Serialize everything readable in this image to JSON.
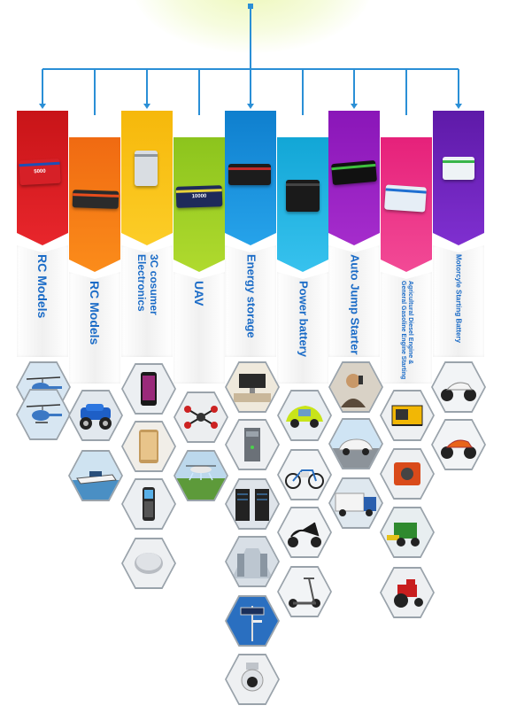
{
  "colors": {
    "connector": "#2a8fd6",
    "label_text": "#1a6bc7"
  },
  "categories": [
    {
      "label": "RC Models",
      "color_top": "#c81418",
      "color_bottom": "#e8262c",
      "product": {
        "name": "rc-lipo-battery",
        "text": "5000",
        "body": "#d62027",
        "stripe": "#1d4fb6"
      },
      "images": [
        "rc-helicopter",
        "rc-helicopter"
      ]
    },
    {
      "label": "RC Models",
      "color_top": "#f06a12",
      "color_bottom": "#fb8c1a",
      "product": {
        "name": "rc-battery-pack",
        "text": "",
        "body": "#2b2b2b",
        "stripe": "#e84d1d"
      },
      "images": [
        "rc-truck",
        "speedboat"
      ]
    },
    {
      "label": "3C cosumer\nElectronics",
      "color_top": "#f6b80b",
      "color_bottom": "#fccd27",
      "product": {
        "name": "pouch-cell",
        "text": "",
        "body": "#d9dde2",
        "stripe": "#8e969e"
      },
      "images": [
        "smartphone",
        "tablet",
        "handheld-terminal",
        "coin-cell"
      ]
    },
    {
      "label": "UAV",
      "color_top": "#8cc41d",
      "color_bottom": "#b0da2e",
      "product": {
        "name": "drone-battery",
        "text": "10000",
        "body": "#1e2a5a",
        "stripe": "#e8d23a"
      },
      "images": [
        "drone",
        "crop-drone"
      ]
    },
    {
      "label": "Energy storage",
      "color_top": "#0f7fce",
      "color_bottom": "#26a3ea",
      "product": {
        "name": "rack-battery",
        "text": "",
        "body": "#1c1c1c",
        "stripe": "#c22a2a"
      },
      "images": [
        "living-room",
        "ups-cabinet",
        "server-rack",
        "data-center",
        "solar-street-light",
        "dome-camera"
      ]
    },
    {
      "label": "Power battery",
      "color_top": "#12a6d6",
      "color_bottom": "#37c2ee",
      "product": {
        "name": "prismatic-cell",
        "text": "",
        "body": "#1a1a1a",
        "stripe": "#444444"
      },
      "images": [
        "electric-car",
        "e-bike",
        "e-scooter",
        "kick-scooter"
      ]
    },
    {
      "label": "Auto Jump Starter",
      "color_top": "#8a16b8",
      "color_bottom": "#a52ccc",
      "product": {
        "name": "jump-starter",
        "text": "",
        "body": "#111111",
        "stripe": "#3fbf3f"
      },
      "images": [
        "roadside-call",
        "car-highway",
        "truck"
      ]
    },
    {
      "label": "Agricultural Diesel Engine &\nGeneral Gasoline Engine Starting",
      "color_top": "#e6217a",
      "color_bottom": "#f24a96",
      "product": {
        "name": "starter-battery",
        "text": "",
        "body": "#e6eef6",
        "stripe": "#1f6fd1"
      },
      "images": [
        "generator",
        "engine",
        "harvester",
        "tractor"
      ]
    },
    {
      "label": "Motorcyle Starting Battery",
      "color_top": "#5e1aa8",
      "color_bottom": "#7f2fd0",
      "product": {
        "name": "motorcycle-battery",
        "text": "",
        "body": "#eef3f6",
        "stripe": "#39b54a"
      },
      "images": [
        "motorcycle-white",
        "motorcycle-orange"
      ]
    }
  ]
}
